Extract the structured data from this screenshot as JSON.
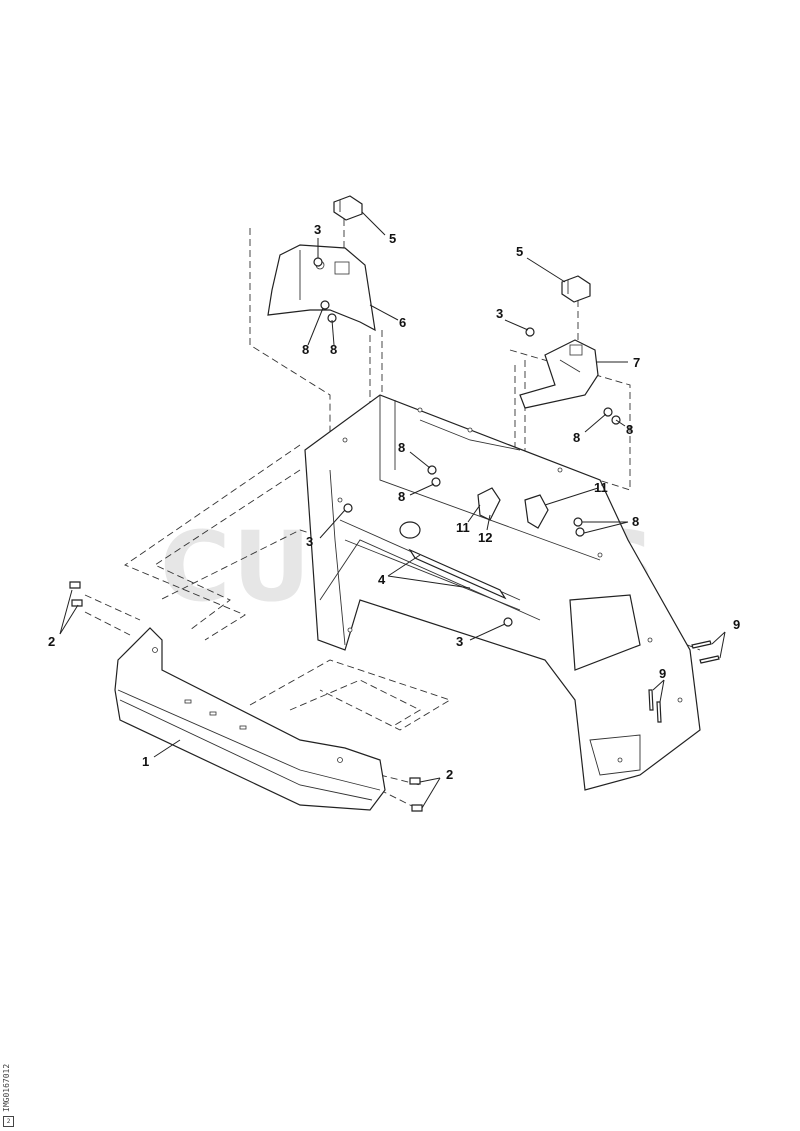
{
  "watermark": "CUTLERS",
  "side_code": "IMG0167012",
  "side_box": "2",
  "callouts": {
    "c1": "1",
    "c2a": "2",
    "c2b": "2",
    "c3a": "3",
    "c3b": "3",
    "c3c": "3",
    "c3d": "3",
    "c4": "4",
    "c5a": "5",
    "c5b": "5",
    "c6": "6",
    "c7": "7",
    "c8a": "8",
    "c8b": "8",
    "c8c": "8",
    "c8d": "8",
    "c8e": "8",
    "c8f": "8",
    "c8g": "8",
    "c9a": "9",
    "c9b": "9",
    "c11a": "11",
    "c11b": "11",
    "c12": "12"
  }
}
